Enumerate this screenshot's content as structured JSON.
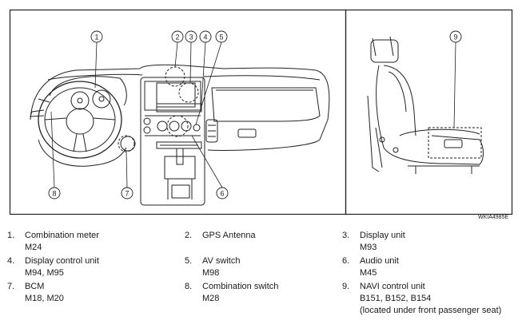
{
  "figure_code": "WKIA4985E",
  "callouts": [
    "1",
    "2",
    "3",
    "4",
    "5",
    "6",
    "7",
    "8",
    "9"
  ],
  "legend": [
    {
      "num": "1.",
      "name": "Combination meter",
      "conn": "M24"
    },
    {
      "num": "2.",
      "name": "GPS Antenna",
      "conn": ""
    },
    {
      "num": "3.",
      "name": "Display unit",
      "conn": "M93"
    },
    {
      "num": "4.",
      "name": "Display control unit",
      "conn": "M94, M95"
    },
    {
      "num": "5.",
      "name": "AV switch",
      "conn": "M98"
    },
    {
      "num": "6.",
      "name": "Audio unit",
      "conn": "M45"
    },
    {
      "num": "7.",
      "name": "BCM",
      "conn": "M18, M20"
    },
    {
      "num": "8.",
      "name": "Combination switch",
      "conn": "M28"
    },
    {
      "num": "9.",
      "name": "NAVI control unit",
      "conn": "B151, B152, B154",
      "note": "(located under front passenger seat)"
    }
  ]
}
